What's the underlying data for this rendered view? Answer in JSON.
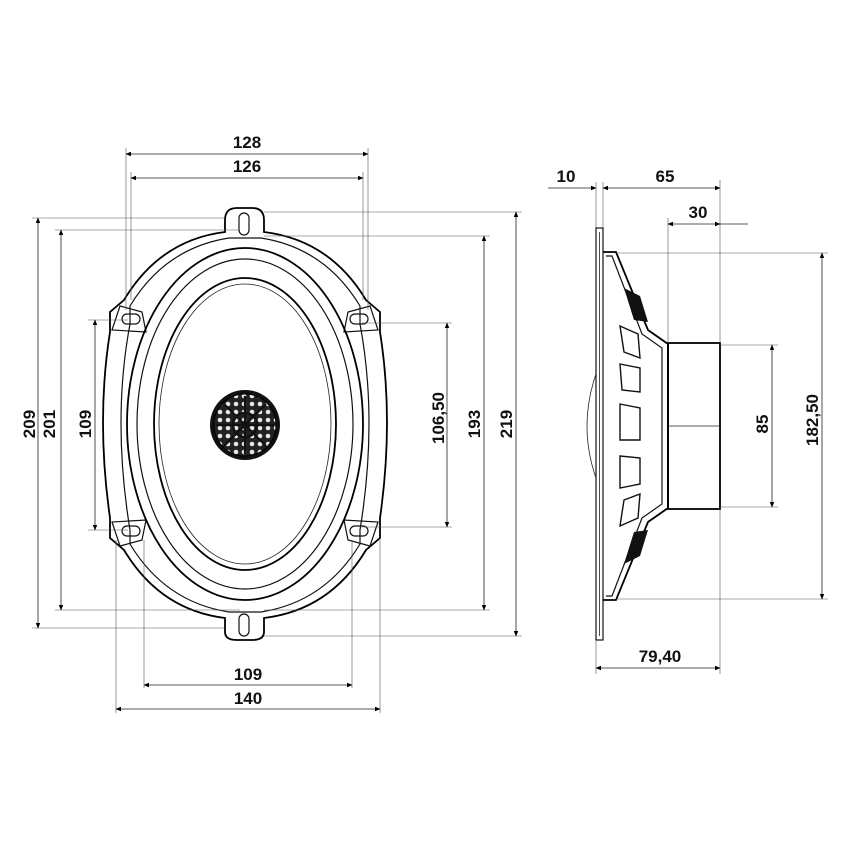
{
  "front_view": {
    "width_top_outer": "128",
    "width_top_inner": "126",
    "width_bottom_inner": "109",
    "width_bottom_outer": "140",
    "height_209": "209",
    "height_201": "201",
    "height_109": "109",
    "height_106_50": "106,50",
    "height_193": "193",
    "height_219": "219"
  },
  "side_view": {
    "flange_10": "10",
    "depth_65": "65",
    "magnet_30": "30",
    "magnet_85": "85",
    "height_182_50": "182,50",
    "total_depth": "79,40"
  },
  "colors": {
    "line": "#000000",
    "background": "#ffffff"
  }
}
